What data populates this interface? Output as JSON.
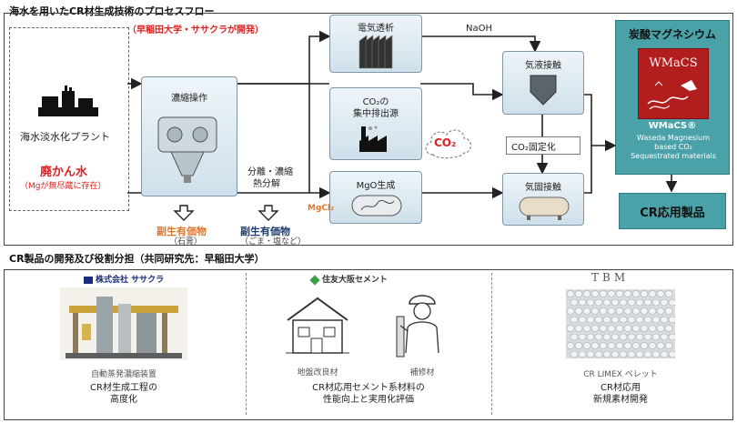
{
  "header": {
    "title": "海水を用いたCR材生成技術のプロセスフロー",
    "subtitle": "（早稲田大学・ササクラが開発）"
  },
  "flow": {
    "plant_label": "海水淡水化プラント",
    "brine_label": "廃かん水",
    "brine_note": "（Mgが無尽蔵に存在）",
    "concentrate_label": "濃縮操作",
    "electro_label": "電気透析",
    "co2_source_line1": "CO₂の",
    "co2_source_line2": "集中排出源",
    "co2_bubble": "CO₂",
    "mgo_label": "MgO生成",
    "gas_liquid_label": "気液接触",
    "gas_solid_label": "気固接触",
    "naoh_label": "NaOH",
    "co2_fix_label": "CO₂固定化",
    "separation_line1": "分離・濃縮",
    "separation_line2": "熱分解",
    "mgcl2_label": "MgCl₂",
    "byproduct1_title": "副生有価物",
    "byproduct1_sub": "（石膏）",
    "byproduct2_title": "副生有価物",
    "byproduct2_sub": "（ごま・塩など）",
    "mgco3_title": "炭酸マグネシウム",
    "wmacs_logo": "WMaCS",
    "wmacs_caption": "WMaCS®",
    "wmacs_desc1": "Waseda Magnesium",
    "wmacs_desc2": "based CO₂",
    "wmacs_desc3": "Sequestrated materials",
    "cr_product": "CR応用製品"
  },
  "roles": {
    "title": "CR製品の開発及び役割分担（共同研究先：早稲田大学）",
    "col1": {
      "company": "株式会社 ササクラ",
      "photo_caption": "自動蒸発濃縮装置",
      "desc_line1": "CR材生成工程の",
      "desc_line2": "高度化"
    },
    "col2": {
      "company": "住友大阪セメント",
      "caption_a": "地盤改良材",
      "caption_b": "補修材",
      "desc_line1": "CR材応用セメント系材料の",
      "desc_line2": "性能向上と実用化評価"
    },
    "col3": {
      "company": "TBM",
      "photo_caption": "CR LIMEX ペレット",
      "desc_line1": "CR材応用",
      "desc_line2": "新規素材開発"
    }
  },
  "colors": {
    "teal": "#4aa2a8",
    "red": "#e02020",
    "orange": "#e0752a",
    "navy": "#1d3a6b"
  }
}
